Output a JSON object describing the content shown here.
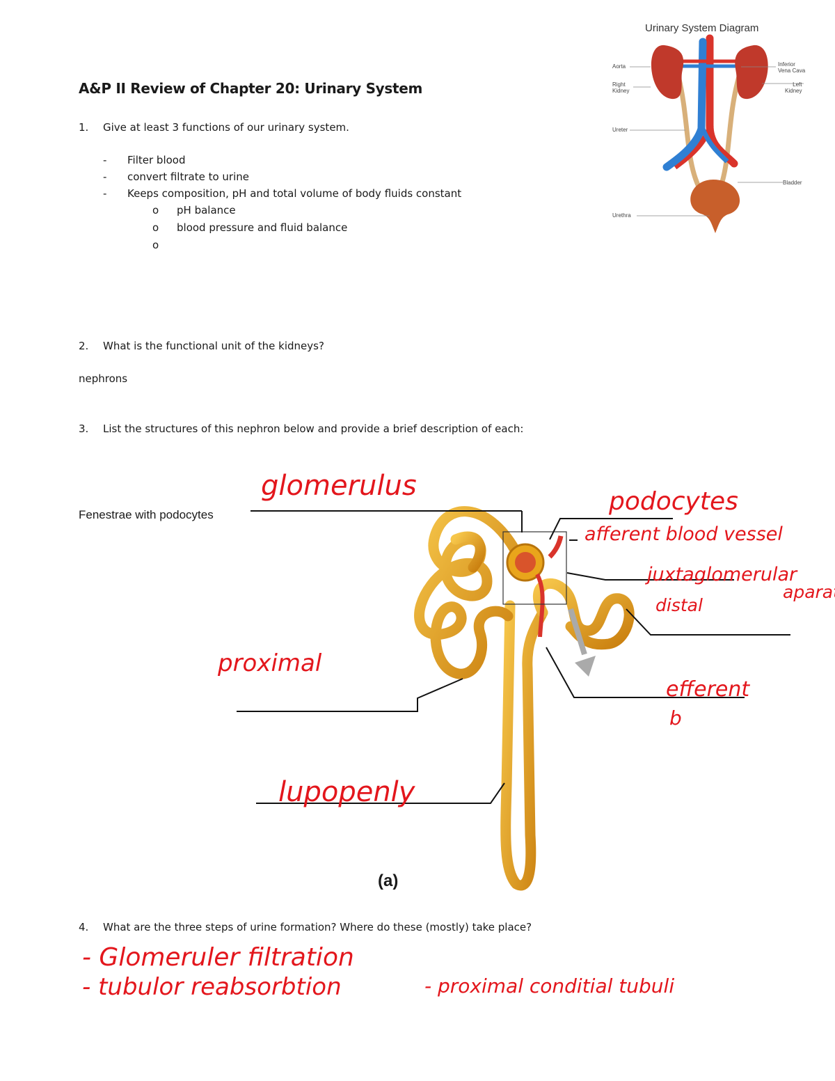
{
  "header": {
    "title": "A&P II Review of Chapter 20: Urinary System"
  },
  "questions": {
    "q1": {
      "number": "1.",
      "text": "Give at least 3 functions of our urinary system.",
      "dash_items": [
        "Filter blood",
        "convert filtrate to urine",
        "Keeps composition, pH and total volume of body fluids constant"
      ],
      "sub_items": [
        "pH balance",
        "blood pressure and fluid balance",
        ""
      ],
      "dash": "-",
      "bullet": "o"
    },
    "q2": {
      "number": "2.",
      "text": "What is the functional unit of the kidneys?",
      "answer": "nephrons"
    },
    "q3": {
      "number": "3.",
      "text": "List the structures of this nephron below and provide a brief description of each:"
    },
    "q4": {
      "number": "4.",
      "text": "What are the three steps of urine formation? Where do these (mostly) take place?"
    }
  },
  "urinary_diagram": {
    "title": "Urinary System Diagram",
    "labels": {
      "aorta": "Aorta",
      "right_kidney": "Right\nKidney",
      "ureter": "Ureter",
      "urethra": "Urethra",
      "ivc": "Inferior\nVena Cava",
      "left_kidney": "Left\nKidney",
      "bladder": "Bladder"
    }
  },
  "nephron_figure": {
    "printed_label": "Fenestrae with podocytes",
    "caption": "(a)"
  },
  "handwritten": {
    "glomerulus": "glomerulus",
    "podocytes": "podocytes",
    "afferent": "afferent blood vessel",
    "juxtaglomerular": "juxtaglomerular",
    "apparatus": "aparat",
    "distal": "distal",
    "proximal": "proximal",
    "efferent": "efferent",
    "efferent_b": "b",
    "loop": "lupopenly",
    "step1": "- Glomeruler filtration",
    "step2": "- tubulor reabsorbtion",
    "step2_place": "- proximal conditial tubuli"
  },
  "colors": {
    "ink_red": "#e3161c",
    "tubule": "#e9a51b",
    "artery": "#d9342b",
    "vein": "#2f7fd3"
  }
}
